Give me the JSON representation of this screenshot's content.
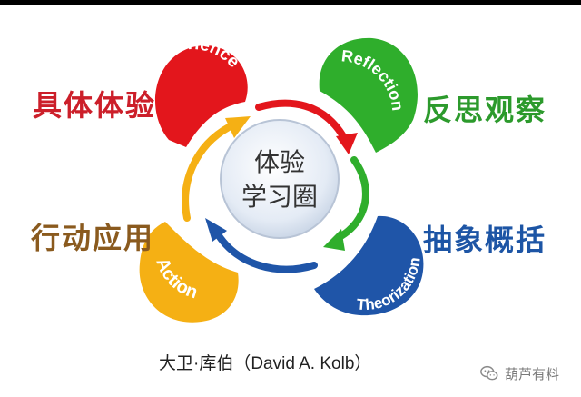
{
  "diagram": {
    "center_line1": "体验",
    "center_line2": "学习圈",
    "petals": [
      {
        "text": "Experience",
        "color": "#e3161c"
      },
      {
        "text": "Reflection",
        "color": "#2fae2c"
      },
      {
        "text": "Theorization",
        "color": "#1f55a8"
      },
      {
        "text": "Action",
        "color": "#f5b014"
      }
    ],
    "labels": {
      "experience": {
        "text": "具体体验",
        "color": "#cc1f2a"
      },
      "reflection": {
        "text": "反思观察",
        "color": "#2c9a2c"
      },
      "theorization": {
        "text": "抽象概括",
        "color": "#1d55a5"
      },
      "action": {
        "text": "行动应用",
        "color": "#8a5a1e"
      }
    }
  },
  "credit": "大卫·库伯（David A. Kolb）",
  "watermark": {
    "text": "葫芦有料",
    "icon": "wechat-icon"
  }
}
